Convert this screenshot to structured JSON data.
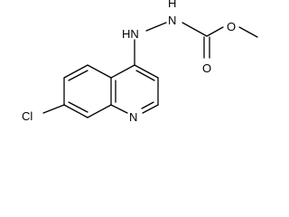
{
  "molecule": {
    "atoms": {
      "nh": "HN",
      "n2h": "H",
      "n2n": "N",
      "o_carbonyl": "O",
      "o_ester": "O",
      "cl": "Cl",
      "n_ring": "N"
    },
    "colors": {
      "bond": "#000000",
      "text": "#000000",
      "background": "#ffffff"
    }
  }
}
